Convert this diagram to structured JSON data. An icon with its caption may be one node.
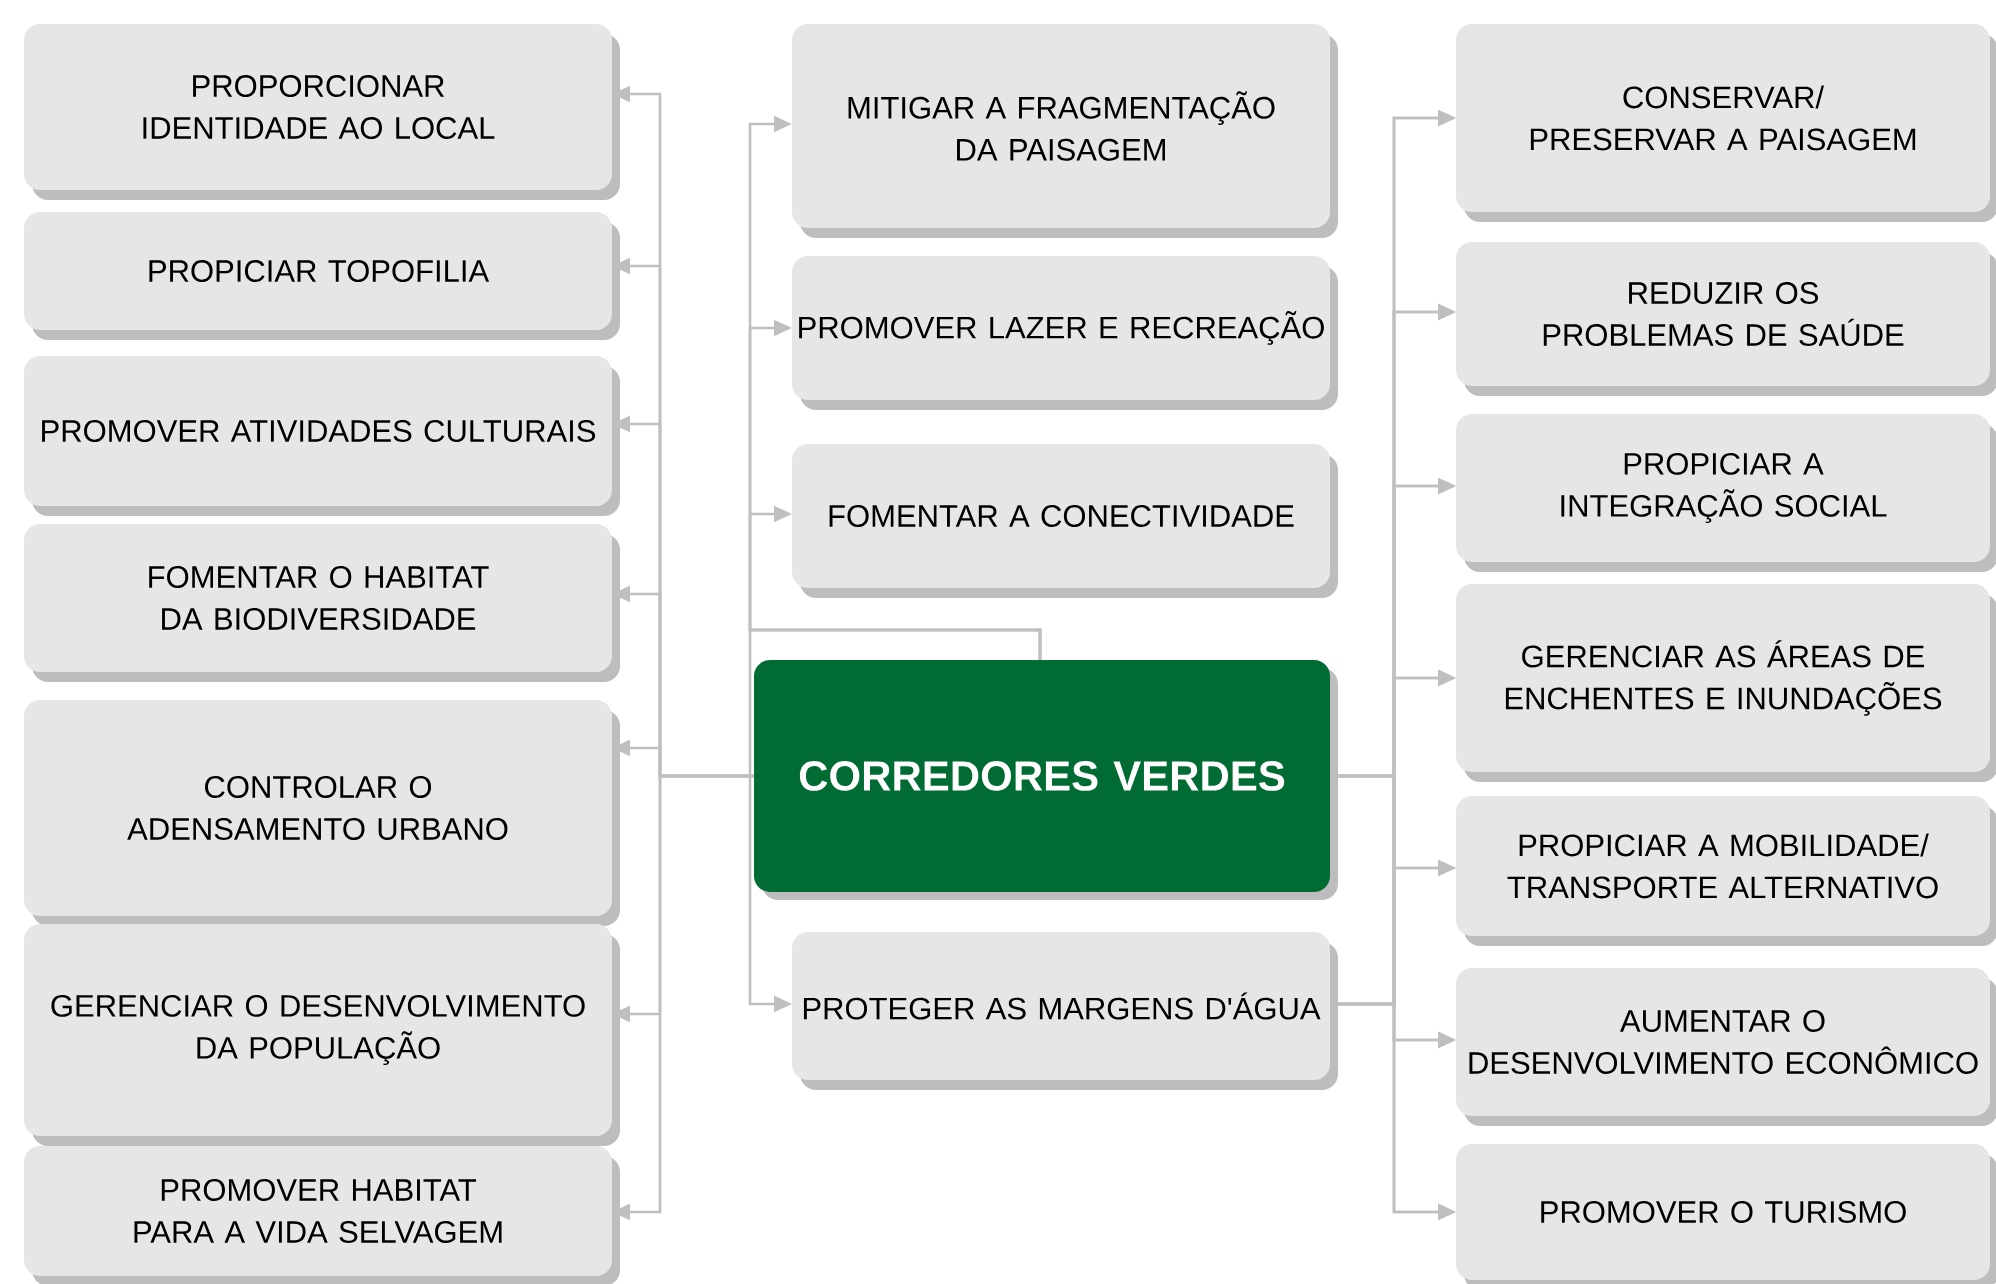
{
  "diagram": {
    "nodes": [
      {
        "text": [
          "PROPORCIONAR IDENTIDADE AO LOCAL"
        ]
      },
      {
        "text": [
          "PROPICIAR TOPOFILIA"
        ]
      },
      {
        "text": [
          "PROMOVER ATIVIDADES CULTURAIS"
        ]
      },
      {
        "text": [
          "FOMENTAR O HABITAT  DA BIODIVERSIDADE"
        ]
      },
      {
        "text": [
          "CONTROLAR O ADENSAMENTO URBANO"
        ]
      },
      {
        "text": [
          "GERENCIAR O DESENVOLVIMENTO DA POPULAÇÃO"
        ]
      },
      {
        "text": [
          "PROMOVER HABITAT PARA A VIDA SELVAGEM"
        ]
      },
      {
        "text": [
          "MITIGAR A FRAGMENTAÇÃO DA PAISAGEM"
        ]
      },
      {
        "text": [
          "PROMOVER LAZER E RECREAÇÃO"
        ]
      },
      {
        "text": [
          "FOMENTAR A CONECTIVIDADE"
        ]
      },
      {
        "text": [
          "CORREDORES VERDES"
        ]
      },
      {
        "text": [
          "PROTEGER AS  MARGENS D'ÁGUA"
        ]
      },
      {
        "text": [
          "CONSERVAR/ PRESERVAR A PAISAGEM"
        ]
      },
      {
        "text": [
          "REDUZIR OS PROBLEMAS DE SAÚDE"
        ]
      },
      {
        "text": [
          "PROPICIAR A INTEGRAÇÃO SOCIAL"
        ]
      },
      {
        "text": [
          "GERENCIAR AS ÁREAS DE ENCHENTES E INUNDAÇÕES"
        ]
      },
      {
        "text": [
          "PROPICIAR A MOBILIDADE/ TRANSPORTE ALTERNATIVO"
        ]
      },
      {
        "text": [
          "AUMENTAR O DESENVOLVIMENTO ECONÔMICO"
        ]
      },
      {
        "text": [
          "PROMOVER O TURISMO"
        ]
      }
    ],
    "edges": [
      {
        "from": 10,
        "to": 0,
        "arrow": "to"
      },
      {
        "from": 10,
        "to": 1,
        "arrow": "to"
      },
      {
        "from": 10,
        "to": 2,
        "arrow": "to"
      },
      {
        "from": 10,
        "to": 3,
        "arrow": "to"
      },
      {
        "from": 10,
        "to": 4,
        "arrow": "to"
      },
      {
        "from": 10,
        "to": 5,
        "arrow": "to"
      },
      {
        "from": 10,
        "to": 6,
        "arrow": "to"
      },
      {
        "from": 10,
        "to": 7,
        "arrow": "to"
      },
      {
        "from": 10,
        "to": 8,
        "arrow": "to"
      },
      {
        "from": 10,
        "to": 9,
        "arrow": "to"
      },
      {
        "from": 10,
        "to": 11,
        "arrow": "to"
      },
      {
        "from": 10,
        "to": 12,
        "arrow": "to"
      },
      {
        "from": 10,
        "to": 13,
        "arrow": "to"
      },
      {
        "from": 10,
        "to": 14,
        "arrow": "to"
      },
      {
        "from": 10,
        "to": 15,
        "arrow": "to"
      },
      {
        "from": 10,
        "to": 16,
        "arrow": "to"
      },
      {
        "from": 10,
        "to": 17,
        "arrow": "to"
      },
      {
        "from": 10,
        "to": 18,
        "arrow": "to"
      },
      {
        "from": 11,
        "to": 12,
        "arrow": "to"
      },
      {
        "from": 11,
        "to": 13,
        "arrow": "to"
      },
      {
        "from": 11,
        "to": 14,
        "arrow": "to"
      },
      {
        "from": 11,
        "to": 15,
        "arrow": "to"
      },
      {
        "from": 11,
        "to": 16,
        "arrow": "to"
      },
      {
        "from": 11,
        "to": 17,
        "arrow": "to"
      },
      {
        "from": 11,
        "to": 18,
        "arrow": "to"
      }
    ]
  }
}
